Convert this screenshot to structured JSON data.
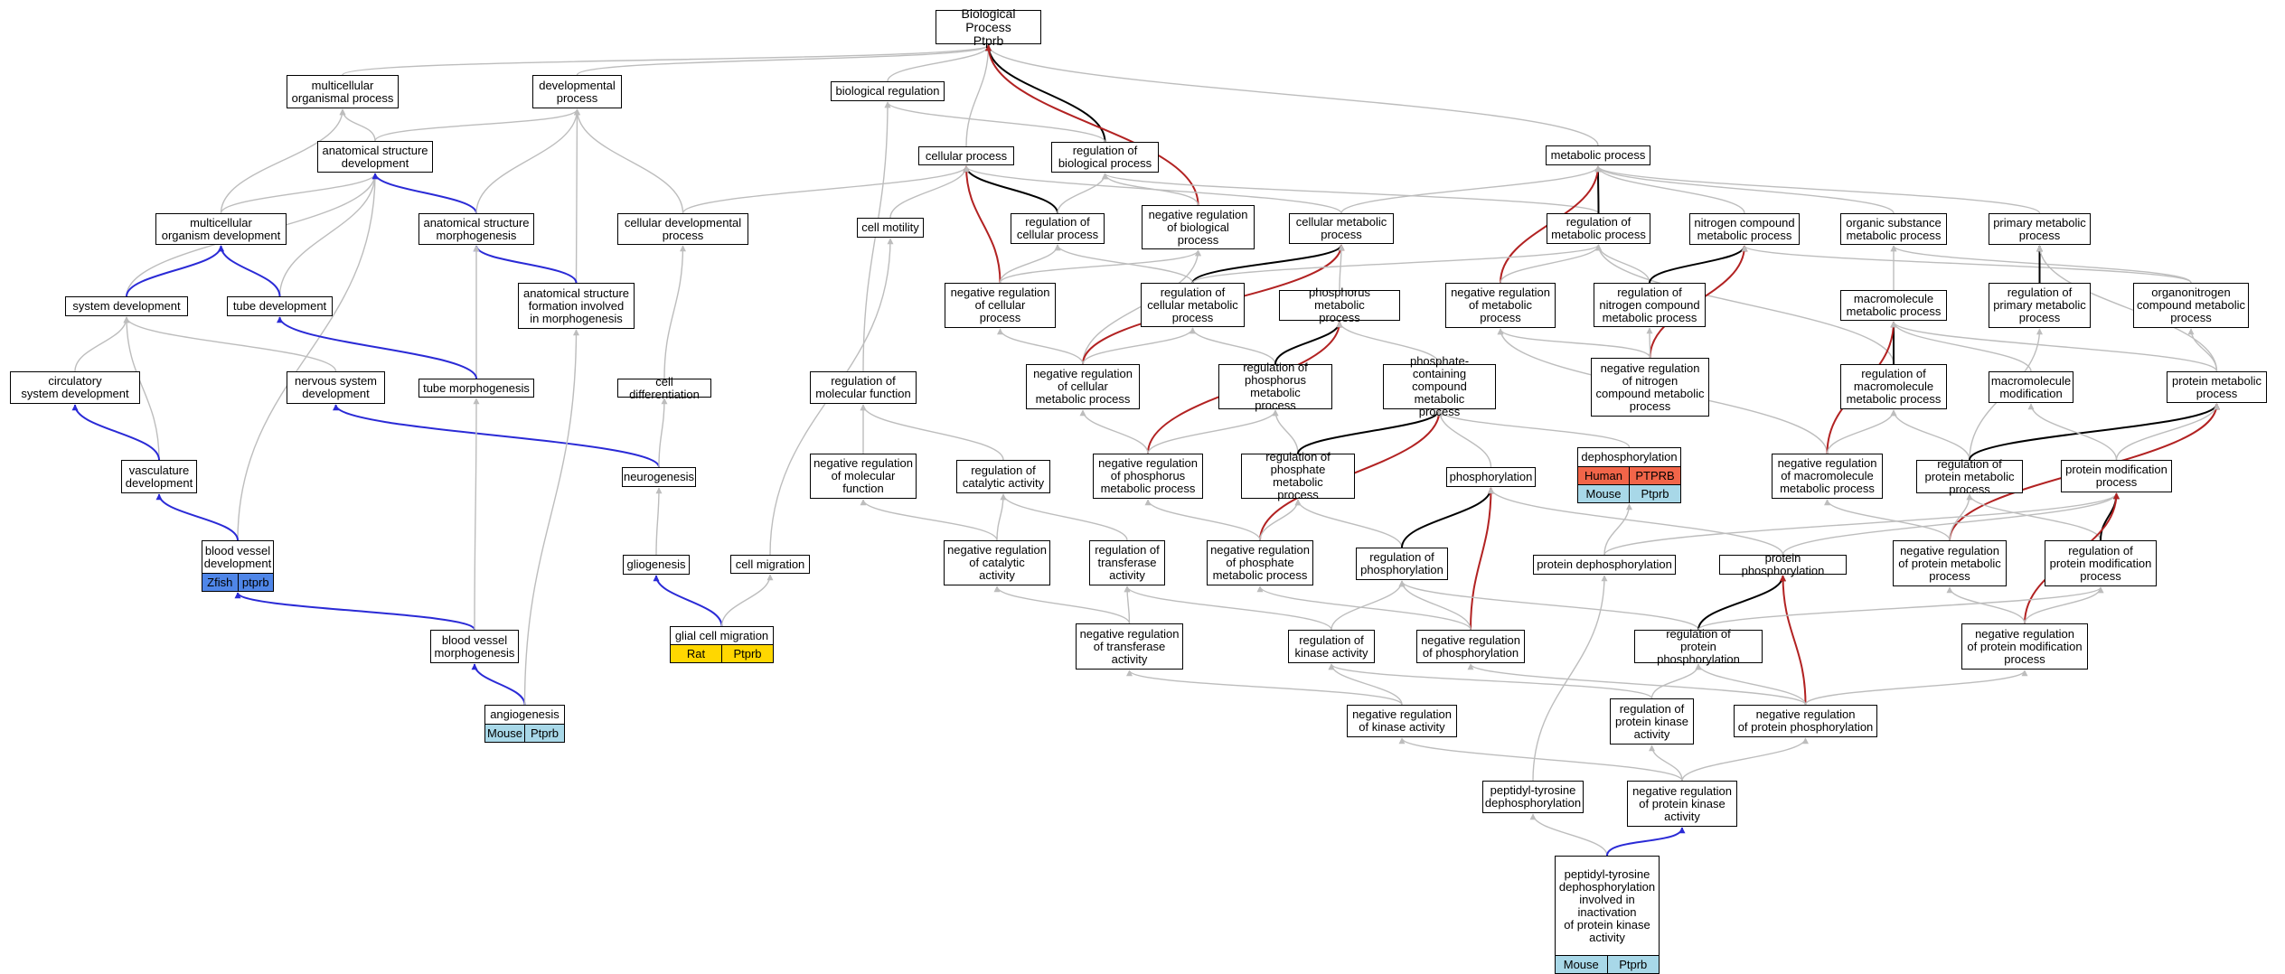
{
  "colors": {
    "is_a": "#bdbdbd",
    "part_of": "#000000",
    "regulates": "#2a2ad6",
    "neg_regulates": "#b22222",
    "human": "#f26549",
    "mouse": "#a8d8e8",
    "zfish": "#4f86e8",
    "rat": "#ffd700"
  },
  "nodes": [
    {
      "id": "bp",
      "label": "Biological Process\nPtprb"
    },
    {
      "id": "mop",
      "label": "multicellular\norganismal process"
    },
    {
      "id": "dp",
      "label": "developmental\nprocess"
    },
    {
      "id": "br",
      "label": "biological regulation"
    },
    {
      "id": "mp",
      "label": "metabolic process"
    },
    {
      "id": "asd",
      "label": "anatomical structure\ndevelopment"
    },
    {
      "id": "cp",
      "label": "cellular process"
    },
    {
      "id": "rbp",
      "label": "regulation of\nbiological process"
    },
    {
      "id": "mod",
      "label": "multicellular\norganism development"
    },
    {
      "id": "asm",
      "label": "anatomical structure\nmorphogenesis"
    },
    {
      "id": "cdp",
      "label": "cellular developmental\nprocess"
    },
    {
      "id": "cm",
      "label": "cell motility"
    },
    {
      "id": "rcp",
      "label": "regulation of\ncellular process"
    },
    {
      "id": "nrbp",
      "label": "negative regulation\nof biological\nprocess"
    },
    {
      "id": "cmp",
      "label": "cellular metabolic\nprocess"
    },
    {
      "id": "rmp",
      "label": "regulation of\nmetabolic process"
    },
    {
      "id": "ncmp",
      "label": "nitrogen compound\nmetabolic process"
    },
    {
      "id": "osmp",
      "label": "organic substance\nmetabolic process"
    },
    {
      "id": "pmp",
      "label": "primary metabolic\nprocess"
    },
    {
      "id": "sd",
      "label": "system development"
    },
    {
      "id": "td",
      "label": "tube development"
    },
    {
      "id": "asfm",
      "label": "anatomical structure\nformation involved\nin morphogenesis"
    },
    {
      "id": "nrcp",
      "label": "negative regulation\nof cellular\nprocess"
    },
    {
      "id": "rcmp",
      "label": "regulation of\ncellular metabolic\nprocess"
    },
    {
      "id": "phmp",
      "label": "phosphorus metabolic\nprocess"
    },
    {
      "id": "nrmp",
      "label": "negative regulation\nof metabolic\nprocess"
    },
    {
      "id": "rncmp",
      "label": "regulation of\nnitrogen compound\nmetabolic process"
    },
    {
      "id": "mmp",
      "label": "macromolecule\nmetabolic process"
    },
    {
      "id": "rpmp",
      "label": "regulation of\nprimary metabolic\nprocess"
    },
    {
      "id": "oncmp",
      "label": "organonitrogen\ncompound metabolic\nprocess"
    },
    {
      "id": "csd",
      "label": "circulatory\nsystem development"
    },
    {
      "id": "nsd",
      "label": "nervous system\ndevelopment"
    },
    {
      "id": "tm",
      "label": "tube morphogenesis"
    },
    {
      "id": "cd",
      "label": "cell differentiation"
    },
    {
      "id": "rmf",
      "label": "regulation of\nmolecular function"
    },
    {
      "id": "nrcmp",
      "label": "negative regulation\nof cellular\nmetabolic process"
    },
    {
      "id": "rphmp",
      "label": "regulation of\nphosphorus metabolic\nprocess"
    },
    {
      "id": "pccmp",
      "label": "phosphate-containing\ncompound metabolic\nprocess"
    },
    {
      "id": "nrncmp",
      "label": "negative regulation\nof nitrogen\ncompound metabolic\nprocess"
    },
    {
      "id": "rmmp",
      "label": "regulation of\nmacromolecule\nmetabolic process"
    },
    {
      "id": "mm",
      "label": "macromolecule\nmodification"
    },
    {
      "id": "prmp",
      "label": "protein metabolic\nprocess"
    },
    {
      "id": "vd",
      "label": "vasculature\ndevelopment"
    },
    {
      "id": "neu",
      "label": "neurogenesis"
    },
    {
      "id": "nrmf",
      "label": "negative regulation\nof molecular\nfunction"
    },
    {
      "id": "rca",
      "label": "regulation of\ncatalytic activity"
    },
    {
      "id": "nrphmp",
      "label": "negative regulation\nof phosphorus\nmetabolic process"
    },
    {
      "id": "rpamp",
      "label": "regulation of\nphosphate metabolic\nprocess"
    },
    {
      "id": "phos",
      "label": "phosphorylation"
    },
    {
      "id": "dephos",
      "label": "dephosphorylation"
    },
    {
      "id": "nrmmp",
      "label": "negative regulation\nof macromolecule\nmetabolic process"
    },
    {
      "id": "rprmp",
      "label": "regulation of\nprotein metabolic\nprocess"
    },
    {
      "id": "pmodp",
      "label": "protein modification\nprocess"
    },
    {
      "id": "bvd",
      "label": "blood vessel\ndevelopment"
    },
    {
      "id": "glio",
      "label": "gliogenesis"
    },
    {
      "id": "cmig",
      "label": "cell migration"
    },
    {
      "id": "nrca",
      "label": "negative regulation\nof catalytic\nactivity"
    },
    {
      "id": "rta",
      "label": "regulation of\ntransferase\nactivity"
    },
    {
      "id": "nrpamp",
      "label": "negative regulation\nof phosphate\nmetabolic process"
    },
    {
      "id": "rphos",
      "label": "regulation of\nphosphorylation"
    },
    {
      "id": "pdephos",
      "label": "protein dephosphorylation"
    },
    {
      "id": "pphos",
      "label": "protein phosphorylation"
    },
    {
      "id": "nrprmp",
      "label": "negative regulation\nof protein metabolic\nprocess"
    },
    {
      "id": "rpmodp",
      "label": "regulation of\nprotein modification\nprocess"
    },
    {
      "id": "bvm",
      "label": "blood vessel\nmorphogenesis"
    },
    {
      "id": "gcm",
      "label": "glial cell migration"
    },
    {
      "id": "nrta",
      "label": "negative regulation\nof transferase\nactivity"
    },
    {
      "id": "rka",
      "label": "regulation of\nkinase activity"
    },
    {
      "id": "nrphos",
      "label": "negative regulation\nof phosphorylation"
    },
    {
      "id": "rpphos",
      "label": "regulation of\nprotein phosphorylation"
    },
    {
      "id": "nrpmodp",
      "label": "negative regulation\nof protein modification\nprocess"
    },
    {
      "id": "ang",
      "label": "angiogenesis"
    },
    {
      "id": "nrka",
      "label": "negative regulation\nof kinase activity"
    },
    {
      "id": "rpka",
      "label": "regulation of\nprotein kinase\nactivity"
    },
    {
      "id": "nrpphos",
      "label": "negative regulation\nof protein phosphorylation"
    },
    {
      "id": "ptd",
      "label": "peptidyl-tyrosine\ndephosphorylation"
    },
    {
      "id": "nrpka",
      "label": "negative regulation\nof protein kinase\nactivity"
    },
    {
      "id": "ptdi",
      "label": "peptidyl-tyrosine\ndephosphorylation\ninvolved in\ninactivation\nof protein kinase\nactivity"
    }
  ],
  "annotations": [
    {
      "node": "dephos",
      "species": "Human",
      "gene": "PTPRB",
      "color": "#f26549"
    },
    {
      "node": "dephos",
      "species": "Mouse",
      "gene": "Ptprb",
      "color": "#a8d8e8"
    },
    {
      "node": "bvd",
      "species": "Zfish",
      "gene": "ptprb",
      "color": "#4f86e8"
    },
    {
      "node": "gcm",
      "species": "Rat",
      "gene": "Ptprb",
      "color": "#ffd700"
    },
    {
      "node": "ang",
      "species": "Mouse",
      "gene": "Ptprb",
      "color": "#a8d8e8"
    },
    {
      "node": "ptdi",
      "species": "Mouse",
      "gene": "Ptprb",
      "color": "#a8d8e8"
    }
  ],
  "edges": [
    [
      "mop",
      "bp",
      "is_a"
    ],
    [
      "dp",
      "bp",
      "is_a"
    ],
    [
      "br",
      "bp",
      "is_a"
    ],
    [
      "cp",
      "bp",
      "is_a"
    ],
    [
      "mp",
      "bp",
      "is_a"
    ],
    [
      "rbp",
      "bp",
      "part_of"
    ],
    [
      "nrbp",
      "bp",
      "neg_regulates"
    ],
    [
      "asd",
      "mop",
      "is_a"
    ],
    [
      "asd",
      "dp",
      "is_a"
    ],
    [
      "rbp",
      "br",
      "is_a"
    ],
    [
      "rmf",
      "br",
      "is_a"
    ],
    [
      "mod",
      "asd",
      "is_a"
    ],
    [
      "sd",
      "asd",
      "is_a"
    ],
    [
      "td",
      "asd",
      "is_a"
    ],
    [
      "bvd",
      "asd",
      "is_a"
    ],
    [
      "asm",
      "asd",
      "regulates"
    ],
    [
      "mod",
      "mop",
      "is_a"
    ],
    [
      "asm",
      "dp",
      "is_a"
    ],
    [
      "asfm",
      "dp",
      "is_a"
    ],
    [
      "cdp",
      "dp",
      "is_a"
    ],
    [
      "cdp",
      "cp",
      "is_a"
    ],
    [
      "cm",
      "cp",
      "is_a"
    ],
    [
      "rcp",
      "cp",
      "part_of"
    ],
    [
      "nrcp",
      "cp",
      "neg_regulates"
    ],
    [
      "cmp",
      "cp",
      "is_a"
    ],
    [
      "rcp",
      "rbp",
      "is_a"
    ],
    [
      "nrbp",
      "rbp",
      "is_a"
    ],
    [
      "rmp",
      "rbp",
      "is_a"
    ],
    [
      "cmp",
      "mp",
      "is_a"
    ],
    [
      "rmp",
      "mp",
      "part_of"
    ],
    [
      "nrmp",
      "mp",
      "neg_regulates"
    ],
    [
      "ncmp",
      "mp",
      "is_a"
    ],
    [
      "osmp",
      "mp",
      "is_a"
    ],
    [
      "pmp",
      "mp",
      "is_a"
    ],
    [
      "sd",
      "mod",
      "regulates"
    ],
    [
      "td",
      "mod",
      "regulates"
    ],
    [
      "asfm",
      "asm",
      "regulates"
    ],
    [
      "tm",
      "asm",
      "is_a"
    ],
    [
      "cd",
      "cdp",
      "is_a"
    ],
    [
      "cmig",
      "cm",
      "is_a"
    ],
    [
      "nrcp",
      "rcp",
      "is_a"
    ],
    [
      "rcmp",
      "rcp",
      "is_a"
    ],
    [
      "nrcp",
      "nrbp",
      "is_a"
    ],
    [
      "nrcmp",
      "nrbp",
      "is_a"
    ],
    [
      "rcmp",
      "cmp",
      "part_of"
    ],
    [
      "nrcmp",
      "cmp",
      "neg_regulates"
    ],
    [
      "phmp",
      "cmp",
      "is_a"
    ],
    [
      "nrmp",
      "rmp",
      "is_a"
    ],
    [
      "rncmp",
      "rmp",
      "is_a"
    ],
    [
      "rcmp",
      "rmp",
      "is_a"
    ],
    [
      "rmmp",
      "rmp",
      "is_a"
    ],
    [
      "rncmp",
      "ncmp",
      "part_of"
    ],
    [
      "nrncmp",
      "ncmp",
      "neg_regulates"
    ],
    [
      "oncmp",
      "ncmp",
      "is_a"
    ],
    [
      "mmp",
      "osmp",
      "is_a"
    ],
    [
      "oncmp",
      "osmp",
      "is_a"
    ],
    [
      "rpmp",
      "pmp",
      "part_of"
    ],
    [
      "prmp",
      "pmp",
      "is_a"
    ],
    [
      "csd",
      "sd",
      "is_a"
    ],
    [
      "nsd",
      "sd",
      "is_a"
    ],
    [
      "vd",
      "sd",
      "is_a"
    ],
    [
      "tm",
      "td",
      "regulates"
    ],
    [
      "nrcmp",
      "nrcp",
      "is_a"
    ],
    [
      "nrcmp",
      "rcmp",
      "is_a"
    ],
    [
      "rphmp",
      "rcmp",
      "is_a"
    ],
    [
      "rphmp",
      "phmp",
      "part_of"
    ],
    [
      "nrphmp",
      "phmp",
      "neg_regulates"
    ],
    [
      "pccmp",
      "phmp",
      "is_a"
    ],
    [
      "nrncmp",
      "rncmp",
      "is_a"
    ],
    [
      "nrncmp",
      "nrmp",
      "is_a"
    ],
    [
      "nrmmp",
      "nrmp",
      "is_a"
    ],
    [
      "rmmp",
      "mmp",
      "part_of"
    ],
    [
      "nrmmp",
      "mmp",
      "neg_regulates"
    ],
    [
      "mm",
      "mmp",
      "is_a"
    ],
    [
      "prmp",
      "mmp",
      "is_a"
    ],
    [
      "rprmp",
      "rpmp",
      "is_a"
    ],
    [
      "prmp",
      "oncmp",
      "is_a"
    ],
    [
      "vd",
      "csd",
      "regulates"
    ],
    [
      "neu",
      "nsd",
      "regulates"
    ],
    [
      "neu",
      "cd",
      "is_a"
    ],
    [
      "glio",
      "neu",
      "is_a"
    ],
    [
      "nrmf",
      "rmf",
      "is_a"
    ],
    [
      "rca",
      "rmf",
      "is_a"
    ],
    [
      "nrphmp",
      "rphmp",
      "is_a"
    ],
    [
      "rpamp",
      "rphmp",
      "is_a"
    ],
    [
      "nrphmp",
      "nrcmp",
      "is_a"
    ],
    [
      "rpamp",
      "pccmp",
      "part_of"
    ],
    [
      "nrpamp",
      "pccmp",
      "neg_regulates"
    ],
    [
      "phos",
      "pccmp",
      "is_a"
    ],
    [
      "dephos",
      "pccmp",
      "is_a"
    ],
    [
      "nrmmp",
      "rmmp",
      "is_a"
    ],
    [
      "rprmp",
      "rmmp",
      "is_a"
    ],
    [
      "rprmp",
      "prmp",
      "part_of"
    ],
    [
      "nrprmp",
      "prmp",
      "neg_regulates"
    ],
    [
      "pmodp",
      "prmp",
      "is_a"
    ],
    [
      "pmodp",
      "mm",
      "is_a"
    ],
    [
      "bvd",
      "vd",
      "regulates"
    ],
    [
      "nrca",
      "rca",
      "is_a"
    ],
    [
      "nrca",
      "nrmf",
      "is_a"
    ],
    [
      "rta",
      "rca",
      "is_a"
    ],
    [
      "nrpamp",
      "rpamp",
      "is_a"
    ],
    [
      "rphos",
      "rpamp",
      "is_a"
    ],
    [
      "nrpamp",
      "nrphmp",
      "is_a"
    ],
    [
      "rphos",
      "phos",
      "part_of"
    ],
    [
      "nrphos",
      "phos",
      "neg_regulates"
    ],
    [
      "pphos",
      "phos",
      "is_a"
    ],
    [
      "pdephos",
      "dephos",
      "is_a"
    ],
    [
      "pdephos",
      "pmodp",
      "is_a"
    ],
    [
      "pphos",
      "pmodp",
      "is_a"
    ],
    [
      "nrprmp",
      "rprmp",
      "is_a"
    ],
    [
      "nrprmp",
      "nrmmp",
      "is_a"
    ],
    [
      "rpmodp",
      "rprmp",
      "is_a"
    ],
    [
      "rpmodp",
      "pmodp",
      "part_of"
    ],
    [
      "nrpmodp",
      "pmodp",
      "neg_regulates"
    ],
    [
      "gcm",
      "glio",
      "regulates"
    ],
    [
      "gcm",
      "cmig",
      "is_a"
    ],
    [
      "bvm",
      "bvd",
      "regulates"
    ],
    [
      "nrta",
      "rta",
      "is_a"
    ],
    [
      "nrta",
      "nrca",
      "is_a"
    ],
    [
      "rka",
      "rta",
      "is_a"
    ],
    [
      "nrphos",
      "rphos",
      "is_a"
    ],
    [
      "rka",
      "rphos",
      "is_a"
    ],
    [
      "nrphos",
      "nrpamp",
      "is_a"
    ],
    [
      "rpphos",
      "rphos",
      "is_a"
    ],
    [
      "rpphos",
      "pphos",
      "part_of"
    ],
    [
      "nrpphos",
      "pphos",
      "neg_regulates"
    ],
    [
      "nrpmodp",
      "rpmodp",
      "is_a"
    ],
    [
      "nrpmodp",
      "nrprmp",
      "is_a"
    ],
    [
      "rpphos",
      "rpmodp",
      "is_a"
    ],
    [
      "ang",
      "bvm",
      "regulates"
    ],
    [
      "bvm",
      "tm",
      "is_a"
    ],
    [
      "ang",
      "asfm",
      "is_a"
    ],
    [
      "nrka",
      "rka",
      "is_a"
    ],
    [
      "nrka",
      "nrta",
      "is_a"
    ],
    [
      "rpka",
      "rka",
      "is_a"
    ],
    [
      "rpka",
      "rpphos",
      "is_a"
    ],
    [
      "nrpphos",
      "rpphos",
      "is_a"
    ],
    [
      "nrpphos",
      "nrphos",
      "is_a"
    ],
    [
      "nrpphos",
      "nrpmodp",
      "is_a"
    ],
    [
      "nrpka",
      "rpka",
      "is_a"
    ],
    [
      "nrpka",
      "nrka",
      "is_a"
    ],
    [
      "nrpka",
      "nrpphos",
      "is_a"
    ],
    [
      "ptd",
      "pdephos",
      "is_a"
    ],
    [
      "ptdi",
      "ptd",
      "is_a"
    ],
    [
      "ptdi",
      "nrpka",
      "regulates"
    ]
  ]
}
